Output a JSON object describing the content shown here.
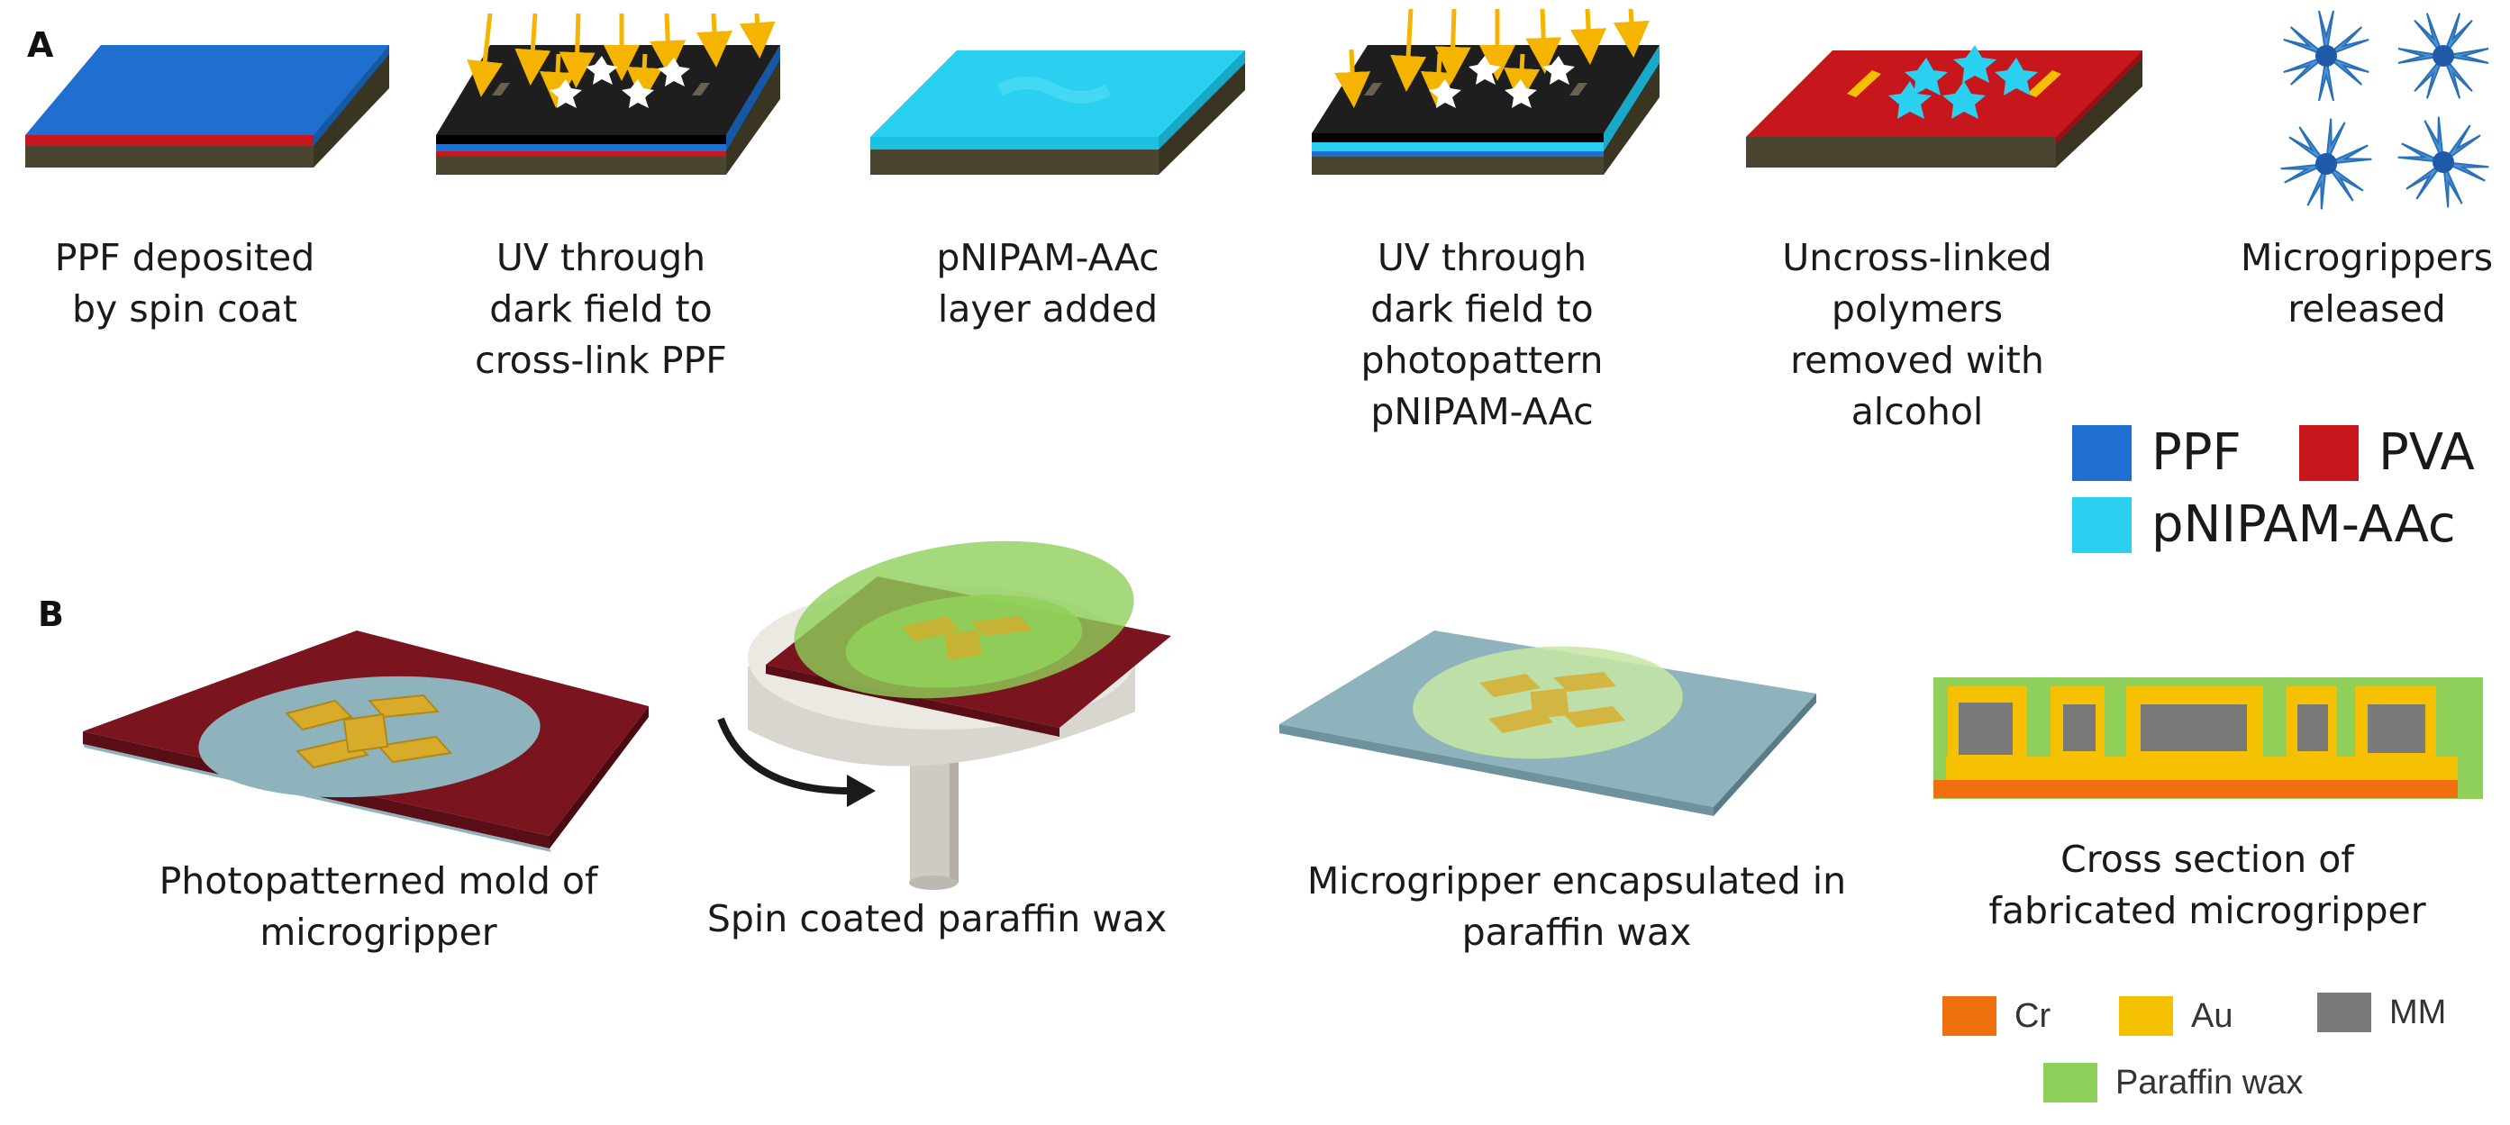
{
  "panel_a": {
    "label": "A",
    "steps": [
      {
        "lines": [
          "PPF deposited",
          "by spin coat"
        ]
      },
      {
        "lines": [
          "UV through",
          "dark field to",
          "cross-link PPF"
        ]
      },
      {
        "lines": [
          "pNIPAM-AAc",
          "layer added"
        ]
      },
      {
        "lines": [
          "UV through",
          "dark field to",
          "photopattern",
          "pNIPAM-AAc"
        ]
      },
      {
        "lines": [
          "Uncross-linked",
          "polymers",
          "removed with",
          "alcohol"
        ]
      },
      {
        "lines": [
          "Microgrippers",
          "released"
        ]
      }
    ],
    "legend": [
      {
        "name": "PPF",
        "color": "#1f6fd0"
      },
      {
        "name": "PVA",
        "color": "#c8161d"
      },
      {
        "name": "pNIPAM-AAc",
        "color": "#2ad0f0"
      }
    ]
  },
  "panel_b": {
    "label": "B",
    "steps": [
      {
        "lines": [
          "Photopatterned mold of",
          "microgripper"
        ]
      },
      {
        "lines": [
          "Spin coated paraffin wax"
        ]
      },
      {
        "lines": [
          "Microgripper encapsulated in",
          "paraffin wax"
        ]
      },
      {
        "lines": [
          "Cross section of",
          "fabricated microgripper"
        ]
      }
    ],
    "legend": [
      {
        "name": "Cr",
        "color": "#f07010"
      },
      {
        "name": "Au",
        "color": "#f5c000"
      },
      {
        "name": "MM",
        "color": "#7a7a7a"
      },
      {
        "name": "Paraffin wax",
        "color": "#8fd05a"
      }
    ]
  },
  "colors": {
    "substrate": "#4a4530",
    "substrate_side": "#3a3522",
    "mask": "#1e1e1e",
    "uv_arrow": "#f5b400",
    "mold": "#7a1520",
    "glass": "#8fb3bd",
    "gold": "#d9ab2a"
  }
}
